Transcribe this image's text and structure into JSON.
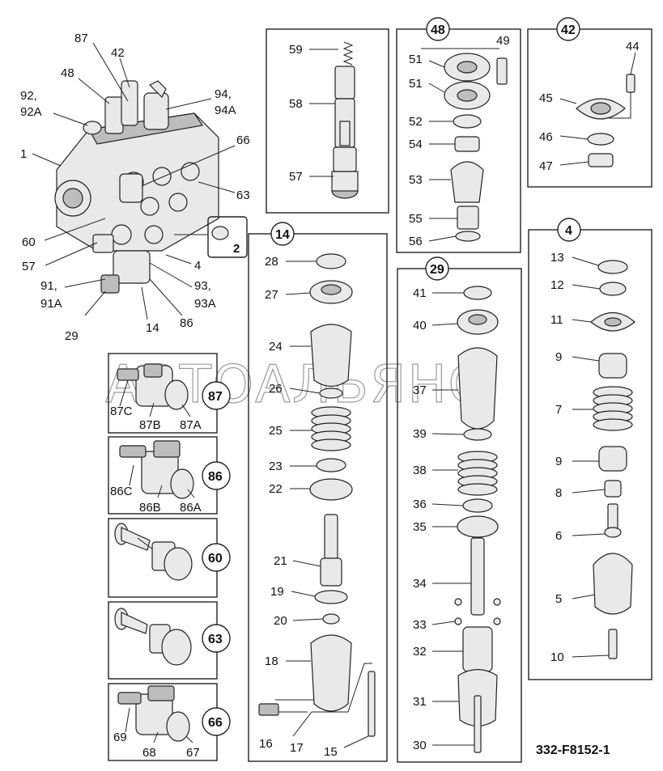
{
  "watermark": "АВТОАЛЬЯНС",
  "figure_code": "332-F8152-1",
  "overview_labels": [
    "87",
    "42",
    "48",
    "92,",
    "92A",
    "94,",
    "94A",
    "1",
    "66",
    "63",
    "60",
    "57",
    "2",
    "4",
    "91,",
    "91A",
    "93,",
    "93A",
    "29",
    "14",
    "86"
  ],
  "insets": {
    "i87": {
      "tag": "87",
      "labels": [
        "87C",
        "87B",
        "87A"
      ]
    },
    "i86": {
      "tag": "86",
      "labels": [
        "86C",
        "86B",
        "86A"
      ]
    },
    "i60": {
      "tag": "60"
    },
    "i63": {
      "tag": "63"
    },
    "i66": {
      "tag": "66",
      "labels": [
        "69",
        "68",
        "67"
      ]
    }
  },
  "panel_59": {
    "labels": [
      "59",
      "58",
      "57"
    ]
  },
  "panel_48": {
    "tag": "48",
    "labels": [
      "49",
      "51",
      "51",
      "52",
      "54",
      "53",
      "55",
      "56"
    ]
  },
  "panel_42": {
    "tag": "42",
    "labels": [
      "44",
      "45",
      "46",
      "47"
    ]
  },
  "panel_14": {
    "tag": "14",
    "labels": [
      "28",
      "27",
      "24",
      "26",
      "25",
      "23",
      "22",
      "21",
      "19",
      "20",
      "18",
      "16",
      "17",
      "15"
    ]
  },
  "panel_29": {
    "tag": "29",
    "labels": [
      "41",
      "40",
      "37",
      "39",
      "38",
      "36",
      "35",
      "34",
      "33",
      "32",
      "31",
      "30"
    ]
  },
  "panel_4": {
    "tag": "4",
    "labels": [
      "13",
      "12",
      "11",
      "9",
      "7",
      "9",
      "8",
      "6",
      "5",
      "10"
    ]
  }
}
